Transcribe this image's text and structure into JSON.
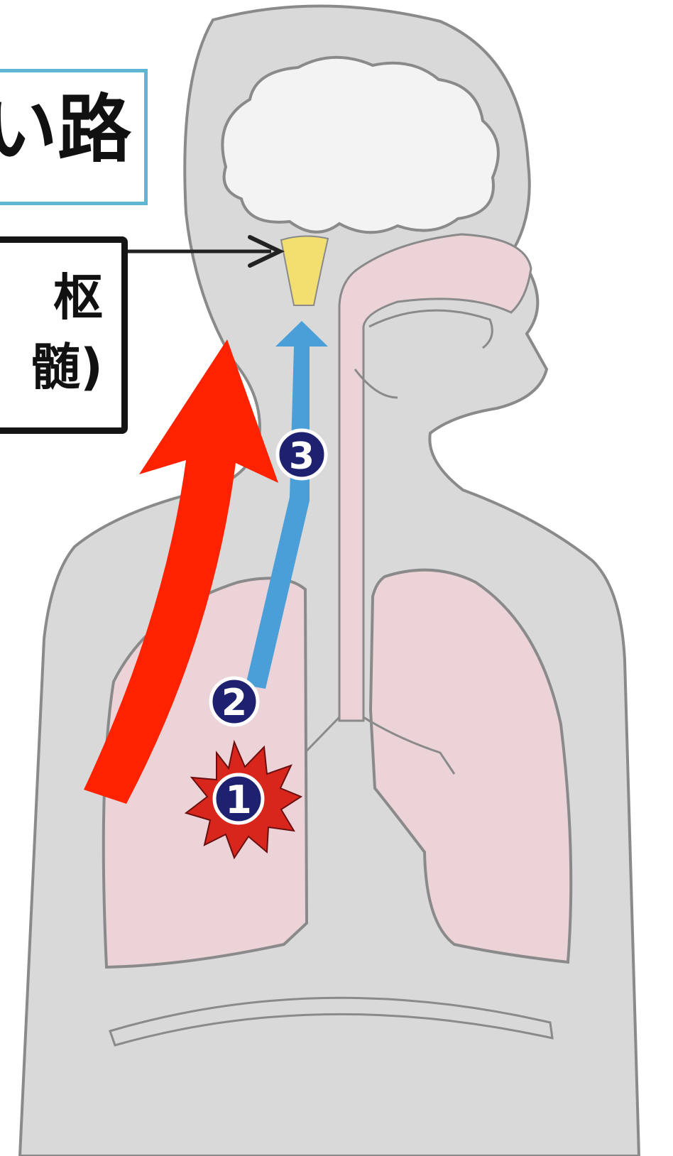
{
  "title": {
    "text": "い路"
  },
  "center_label": {
    "line1": "枢",
    "line2": "髄)"
  },
  "markers": [
    {
      "number": "1",
      "color": "#1d2170",
      "burst_color": "#d9261c"
    },
    {
      "number": "2",
      "color": "#1d2170"
    },
    {
      "number": "3",
      "color": "#1d2170"
    }
  ],
  "colors": {
    "body": "#d9d9d9",
    "outline": "#8a8a8a",
    "lung": "#ecd3d8",
    "brain": "#f3f3f3",
    "brainstem": "#f2df70",
    "pathway_arrow": "#4a9fd8",
    "highlight_arrow": "#ff2200",
    "title_border": "#5fb6d2"
  }
}
